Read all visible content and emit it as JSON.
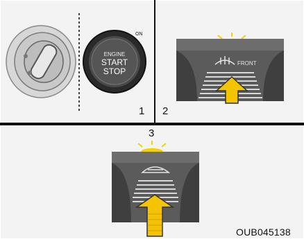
{
  "figure": {
    "panel_numbers": [
      "1",
      "2",
      "3"
    ],
    "code": "OUB045138"
  },
  "panel1": {
    "button_label_top": "ENGINE",
    "button_label_mid": "START",
    "button_label_bottom": "STOP",
    "button_badge": "ON"
  },
  "panel2": {
    "icon_caption": "FRONT"
  },
  "colors": {
    "indicator_glow": "#f2d200",
    "arrow_fill": "#f5c400"
  }
}
